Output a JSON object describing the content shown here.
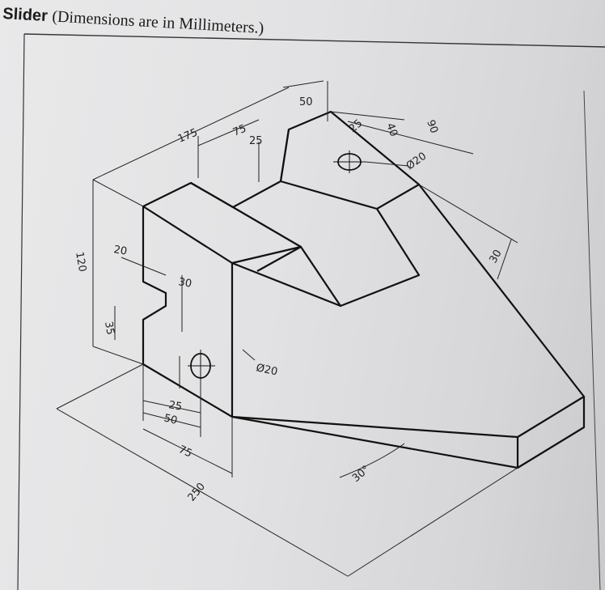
{
  "title": {
    "lead": "Slider",
    "rest": "(Dimensions are in Millimeters.)"
  },
  "dimensions": {
    "d175": "175",
    "d75_top": "75",
    "d25_top": "25",
    "d50_top": "50",
    "d25_right": "25",
    "d40": "40",
    "d90": "90",
    "dia20_top": "Ø20",
    "d30_right": "30",
    "d120": "120",
    "d20": "20",
    "d30_notch": "30",
    "d35": "35",
    "dia20_front": "Ø20",
    "d25_bottom": "25",
    "d50_bottom": "50",
    "d75_bottom": "75",
    "d250": "250",
    "angle30": "30°"
  }
}
